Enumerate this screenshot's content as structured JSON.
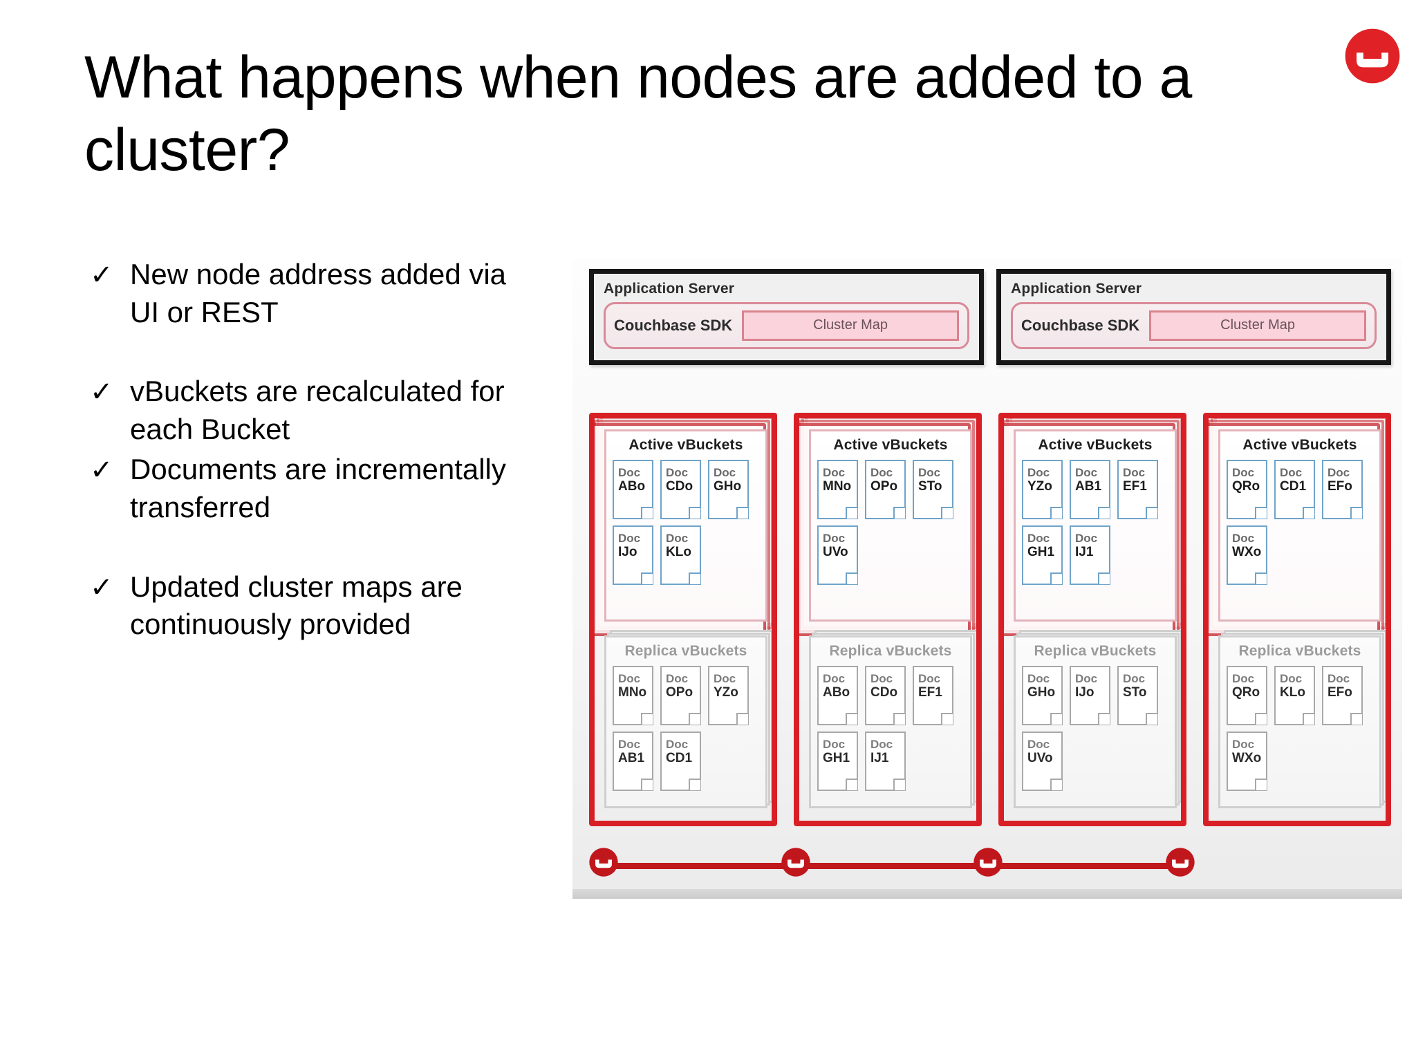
{
  "slide": {
    "title": "What happens when nodes are added to a cluster?",
    "logo_name": "couchbase-logo",
    "brand_color": "#e02126"
  },
  "bullets": {
    "check_glyph": "✓",
    "groups": [
      {
        "items": [
          "New node address added via UI or REST"
        ]
      },
      {
        "items": [
          "vBuckets are recalculated for each Bucket",
          "Documents are incrementally transferred"
        ]
      },
      {
        "items": [
          "Updated cluster maps are continuously provided"
        ]
      }
    ]
  },
  "diagram": {
    "app_servers": [
      {
        "title": "Application Server",
        "sdk_label": "Couchbase SDK",
        "cluster_map_label": "Cluster Map"
      },
      {
        "title": "Application Server",
        "sdk_label": "Couchbase SDK",
        "cluster_map_label": "Cluster Map"
      }
    ],
    "active_title": "Active vBuckets",
    "replica_title": "Replica vBuckets",
    "doc_prefix": "Doc",
    "nodes": [
      {
        "active": [
          "ABo",
          "CDo",
          "GHo",
          "IJo",
          "KLo"
        ],
        "replica": [
          "MNo",
          "OPo",
          "YZo",
          "AB1",
          "CD1"
        ]
      },
      {
        "active": [
          "MNo",
          "OPo",
          "STo",
          "UVo"
        ],
        "replica": [
          "ABo",
          "CDo",
          "EF1",
          "GH1",
          "IJ1"
        ]
      },
      {
        "active": [
          "YZo",
          "AB1",
          "EF1",
          "GH1",
          "IJ1"
        ],
        "replica": [
          "GHo",
          "IJo",
          "STo",
          "UVo"
        ]
      },
      {
        "active": [
          "QRo",
          "CD1",
          "EFo",
          "WXo"
        ],
        "replica": [
          "QRo",
          "KLo",
          "EFo",
          "WXo"
        ]
      }
    ]
  }
}
